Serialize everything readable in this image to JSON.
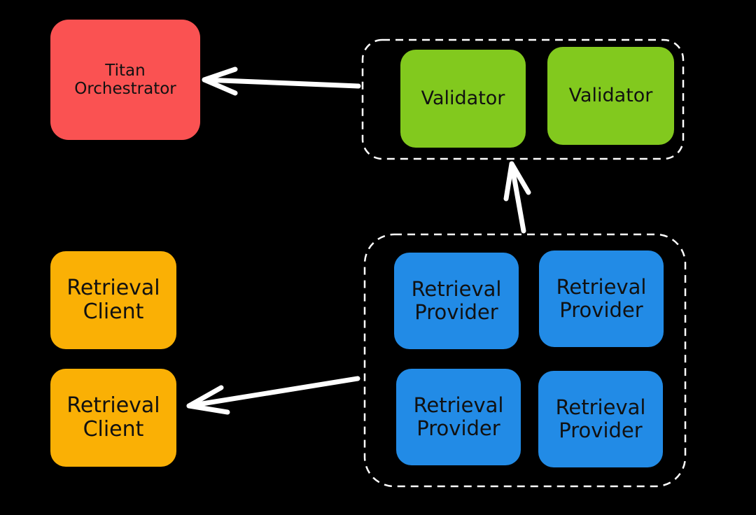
{
  "colors": {
    "background": "#000000",
    "orchestrator": "#fa5252",
    "validator": "#82c91e",
    "provider": "#228be6",
    "client": "#fab005",
    "edge": "#ffffff"
  },
  "orchestrator": {
    "label": "Titan\nOrchestrator"
  },
  "validators": [
    {
      "label": "Validator"
    },
    {
      "label": "Validator"
    }
  ],
  "providers": [
    {
      "label": "Retrieval\nProvider"
    },
    {
      "label": "Retrieval\nProvider"
    },
    {
      "label": "Retrieval\nProvider"
    },
    {
      "label": "Retrieval\nProvider"
    }
  ],
  "clients": [
    {
      "label": "Retrieval\nClient"
    },
    {
      "label": "Retrieval\nClient"
    }
  ],
  "edges": [
    {
      "from": "validator-group",
      "to": "orchestrator"
    },
    {
      "from": "provider-group",
      "to": "validator-group"
    },
    {
      "from": "provider-group",
      "to": "retrieval-client-2"
    }
  ]
}
